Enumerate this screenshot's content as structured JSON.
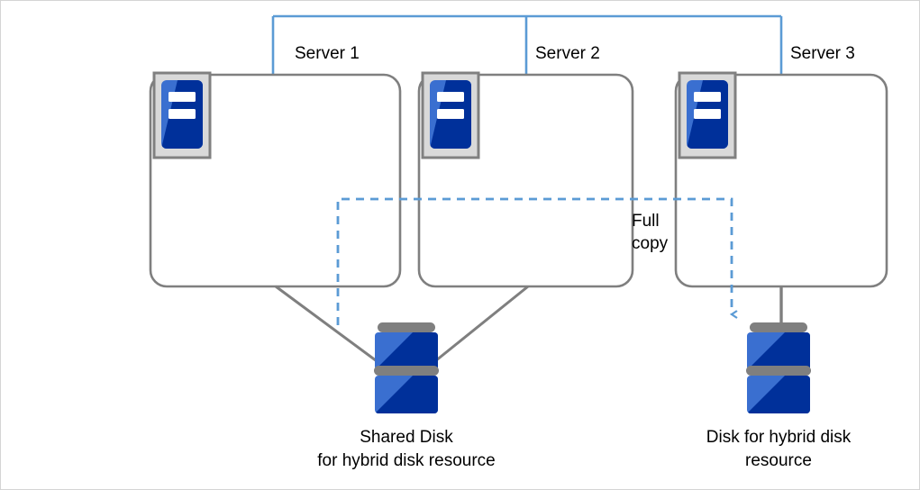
{
  "diagram": {
    "title_present": false,
    "colors": {
      "network_line": "#5B9BD5",
      "dashed_copy_line": "#5B9BD5",
      "box_border": "#7F7F7F",
      "connector_line": "#7F7F7F",
      "icon_frame": "#808080",
      "icon_frame_fill": "#D9D9D9",
      "blue_light": "#3A6FD0",
      "blue_dark": "#00309A",
      "disk_band": "#7F7F7F",
      "page_border": "#D4D4D4",
      "background": "#FFFFFF",
      "text": "#000000"
    },
    "servers": [
      {
        "id": "server-1",
        "label": "Server 1"
      },
      {
        "id": "server-2",
        "label": "Server 2"
      },
      {
        "id": "server-3",
        "label": "Server 3"
      }
    ],
    "annotations": {
      "full_copy_line1": "Full",
      "full_copy_line2": "copy"
    },
    "disks": [
      {
        "id": "shared-disk",
        "caption_line1": "Shared Disk",
        "caption_line2": "for hybrid disk resource"
      },
      {
        "id": "hybrid-disk",
        "caption_line1": "Disk for hybrid disk",
        "caption_line2": "resource"
      }
    ],
    "icons": {
      "server_icon_name": "server-icon",
      "disk_icon_name": "disk-icon",
      "network_icon_name": "network-bus-line",
      "copy_arrow_icon_name": "dashed-copy-arrow"
    }
  }
}
